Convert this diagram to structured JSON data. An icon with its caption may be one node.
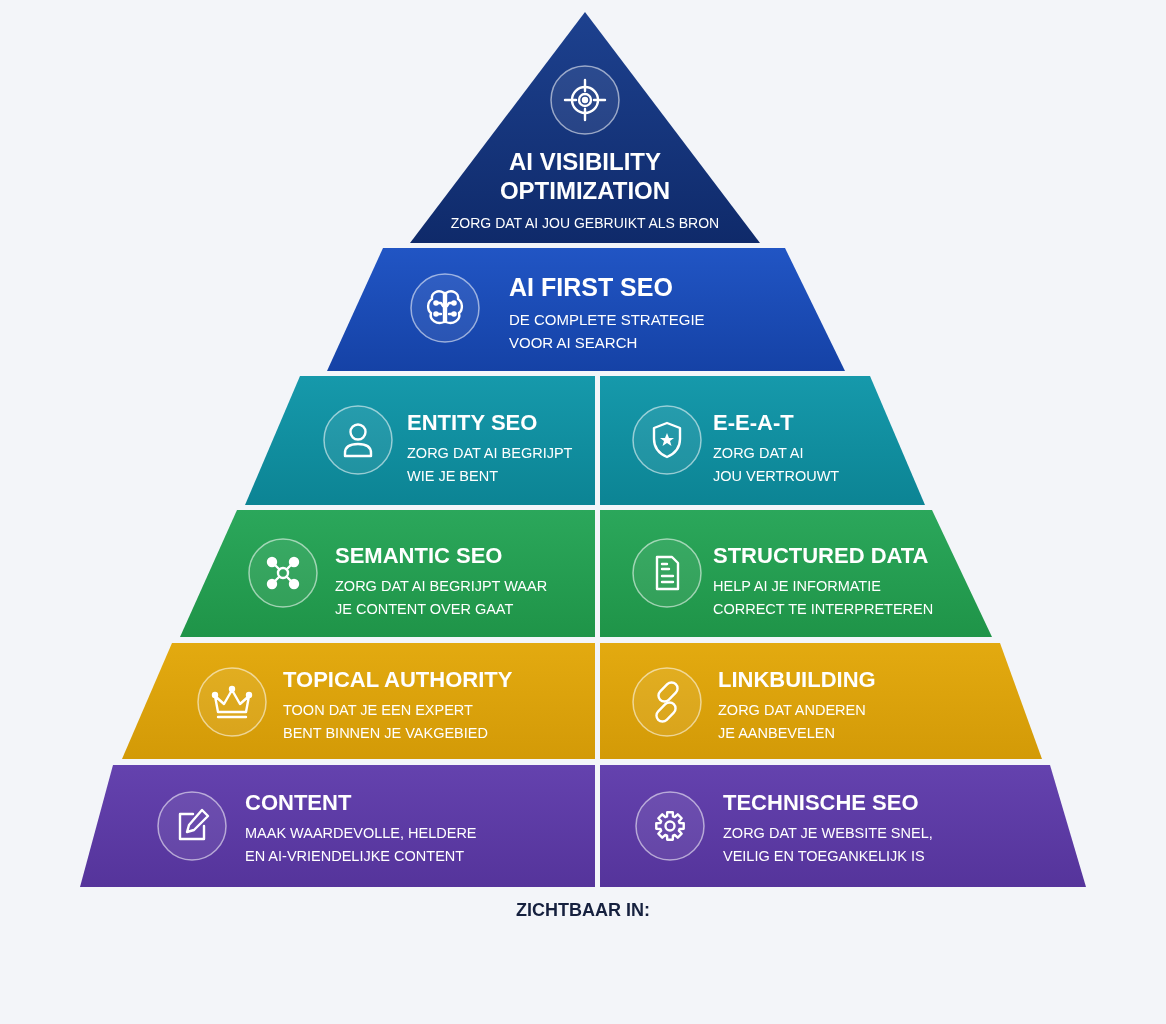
{
  "diagram": {
    "nodes": [
      {
        "text": [
          "AI VISIBILITY OPTIMIZATION",
          "ZORG DAT AI JOU GEBRUIKT ALS BRON"
        ]
      },
      {
        "text": [
          "AI FIRST SEO",
          "DE COMPLETE STRATEGIE VOOR AI SEARCH"
        ]
      },
      {
        "text": [
          "ENTITY SEO",
          "ZORG DAT AI BEGRIJPT WIE JE BENT"
        ]
      },
      {
        "text": [
          "E-E-A-T",
          "ZORG DAT AI JOU VERTROUWT"
        ]
      },
      {
        "text": [
          "SEMANTIC SEO",
          "ZORG DAT AI BEGRIJPT WAAR JE CONTENT OVER GAAT"
        ]
      },
      {
        "text": [
          "STRUCTURED DATA",
          "HELP AI JE INFORMATIE CORRECT TE INTERPRETEREN"
        ]
      },
      {
        "text": [
          "TOPICAL AUTHORITY",
          "TOON DAT JE EEN EXPERT BENT BINNEN JE VAKGEBIED"
        ]
      },
      {
        "text": [
          "LINKBUILDING",
          "ZORG DAT ANDEREN JE AANBEVELEN"
        ]
      },
      {
        "text": [
          "CONTENT",
          "MAAK WAARDEVOLLE, HELDERE EN AI-VRIENDELIJKE CONTENT"
        ]
      },
      {
        "text": [
          "TECHNISCHE SEO",
          "ZORG DAT JE WEBSITE SNEL, VEILIG EN TOEGANKELIJK IS"
        ]
      }
    ],
    "labels": [
      "ZICHTBAAR IN:"
    ]
  }
}
